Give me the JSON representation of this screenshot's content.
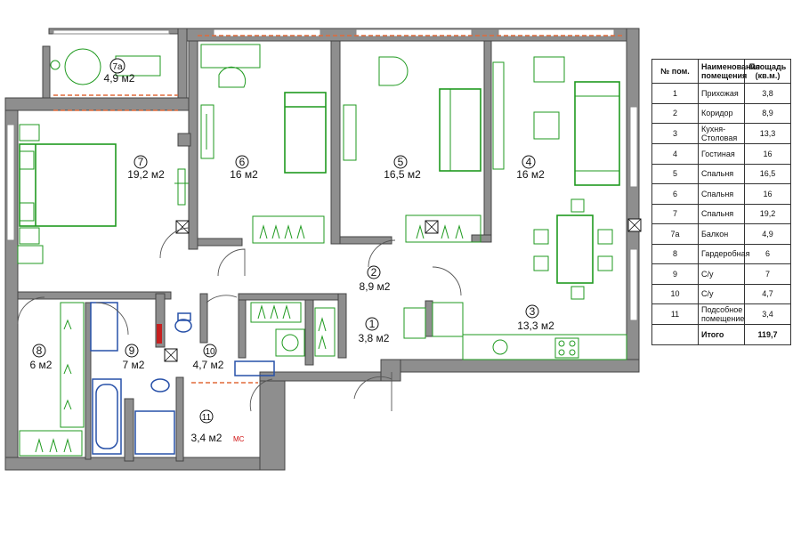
{
  "rooms": [
    {
      "num": "1",
      "area": "3,8 м2"
    },
    {
      "num": "2",
      "area": "8,9 м2"
    },
    {
      "num": "3",
      "area": "13,3 м2"
    },
    {
      "num": "4",
      "area": "16 м2"
    },
    {
      "num": "5",
      "area": "16,5 м2"
    },
    {
      "num": "6",
      "area": "16 м2"
    },
    {
      "num": "7",
      "area": "19,2 м2"
    },
    {
      "num": "7a",
      "area": "4,9 м2"
    },
    {
      "num": "8",
      "area": "6 м2"
    },
    {
      "num": "9",
      "area": "7 м2"
    },
    {
      "num": "10",
      "area": "4,7 м2"
    },
    {
      "num": "11",
      "area": "3,4 м2"
    }
  ],
  "mc_label": "МС",
  "table": {
    "headers": [
      "№ пом.",
      "Наименование помещения",
      "Площадь (кв.м.)"
    ],
    "rows": [
      [
        "1",
        "Прихожая",
        "3,8"
      ],
      [
        "2",
        "Коридор",
        "8,9"
      ],
      [
        "3",
        "Кухня-Столовая",
        "13,3"
      ],
      [
        "4",
        "Гостиная",
        "16"
      ],
      [
        "5",
        "Спальня",
        "16,5"
      ],
      [
        "6",
        "Спальня",
        "16"
      ],
      [
        "7",
        "Спальня",
        "19,2"
      ],
      [
        "7а",
        "Балкон",
        "4,9"
      ],
      [
        "8",
        "Гардеробная",
        "6"
      ],
      [
        "9",
        "С/у",
        "7"
      ],
      [
        "10",
        "С/у",
        "4,7"
      ],
      [
        "11",
        "Подсобное помещение",
        "3,4"
      ]
    ],
    "total": [
      "",
      "Итого",
      "119,7"
    ]
  },
  "colors": {
    "wall": "#8e8e8e",
    "furniture": "#1f9a1f",
    "plumbing": "#2750a8",
    "door_highlight": "#e06a3a"
  }
}
